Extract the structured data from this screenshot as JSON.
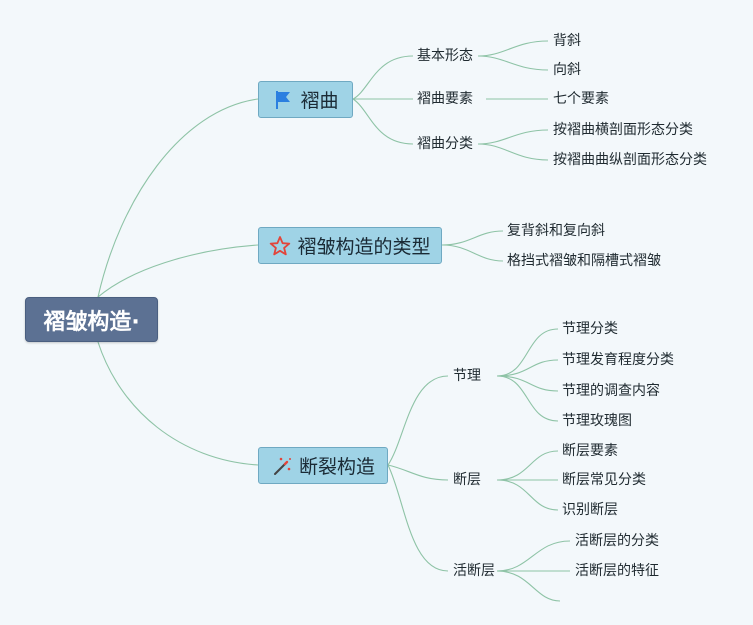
{
  "root": {
    "label": "褶皱构造·"
  },
  "branches": [
    {
      "label": "褶曲",
      "icon": "blue-flag-icon",
      "children": [
        {
          "label": "基本形态",
          "children": [
            "背斜",
            "向斜"
          ]
        },
        {
          "label": "褶曲要素",
          "children": [
            "七个要素"
          ]
        },
        {
          "label": "褶曲分类",
          "children": [
            "按褶曲横剖面形态分类",
            "按褶曲曲纵剖面形态分类"
          ]
        }
      ]
    },
    {
      "label": "褶皱构造的类型",
      "icon": "red-star-outline-icon",
      "children": [
        {
          "label": "复背斜和复向斜"
        },
        {
          "label": "格挡式褶皱和隔槽式褶皱"
        }
      ]
    },
    {
      "label": "断裂构造",
      "icon": "magic-wand-icon",
      "children": [
        {
          "label": "节理",
          "children": [
            "节理分类",
            "节理发育程度分类",
            "节理的调查内容",
            "节理玫瑰图"
          ]
        },
        {
          "label": "断层",
          "children": [
            "断层要素",
            "断层常见分类",
            "识别断层"
          ]
        },
        {
          "label": "活断层",
          "children": [
            "活断层的分类",
            "活断层的特征",
            ""
          ]
        }
      ]
    }
  ],
  "colors": {
    "root_fill": "#5c7193",
    "branch_fill": "#9fd3e6",
    "branch_border": "#6fa9c2",
    "connector": "#8ec3a6",
    "background": "#f3f8fb",
    "star": "#e2453b",
    "flag": "#2b7fe0"
  }
}
